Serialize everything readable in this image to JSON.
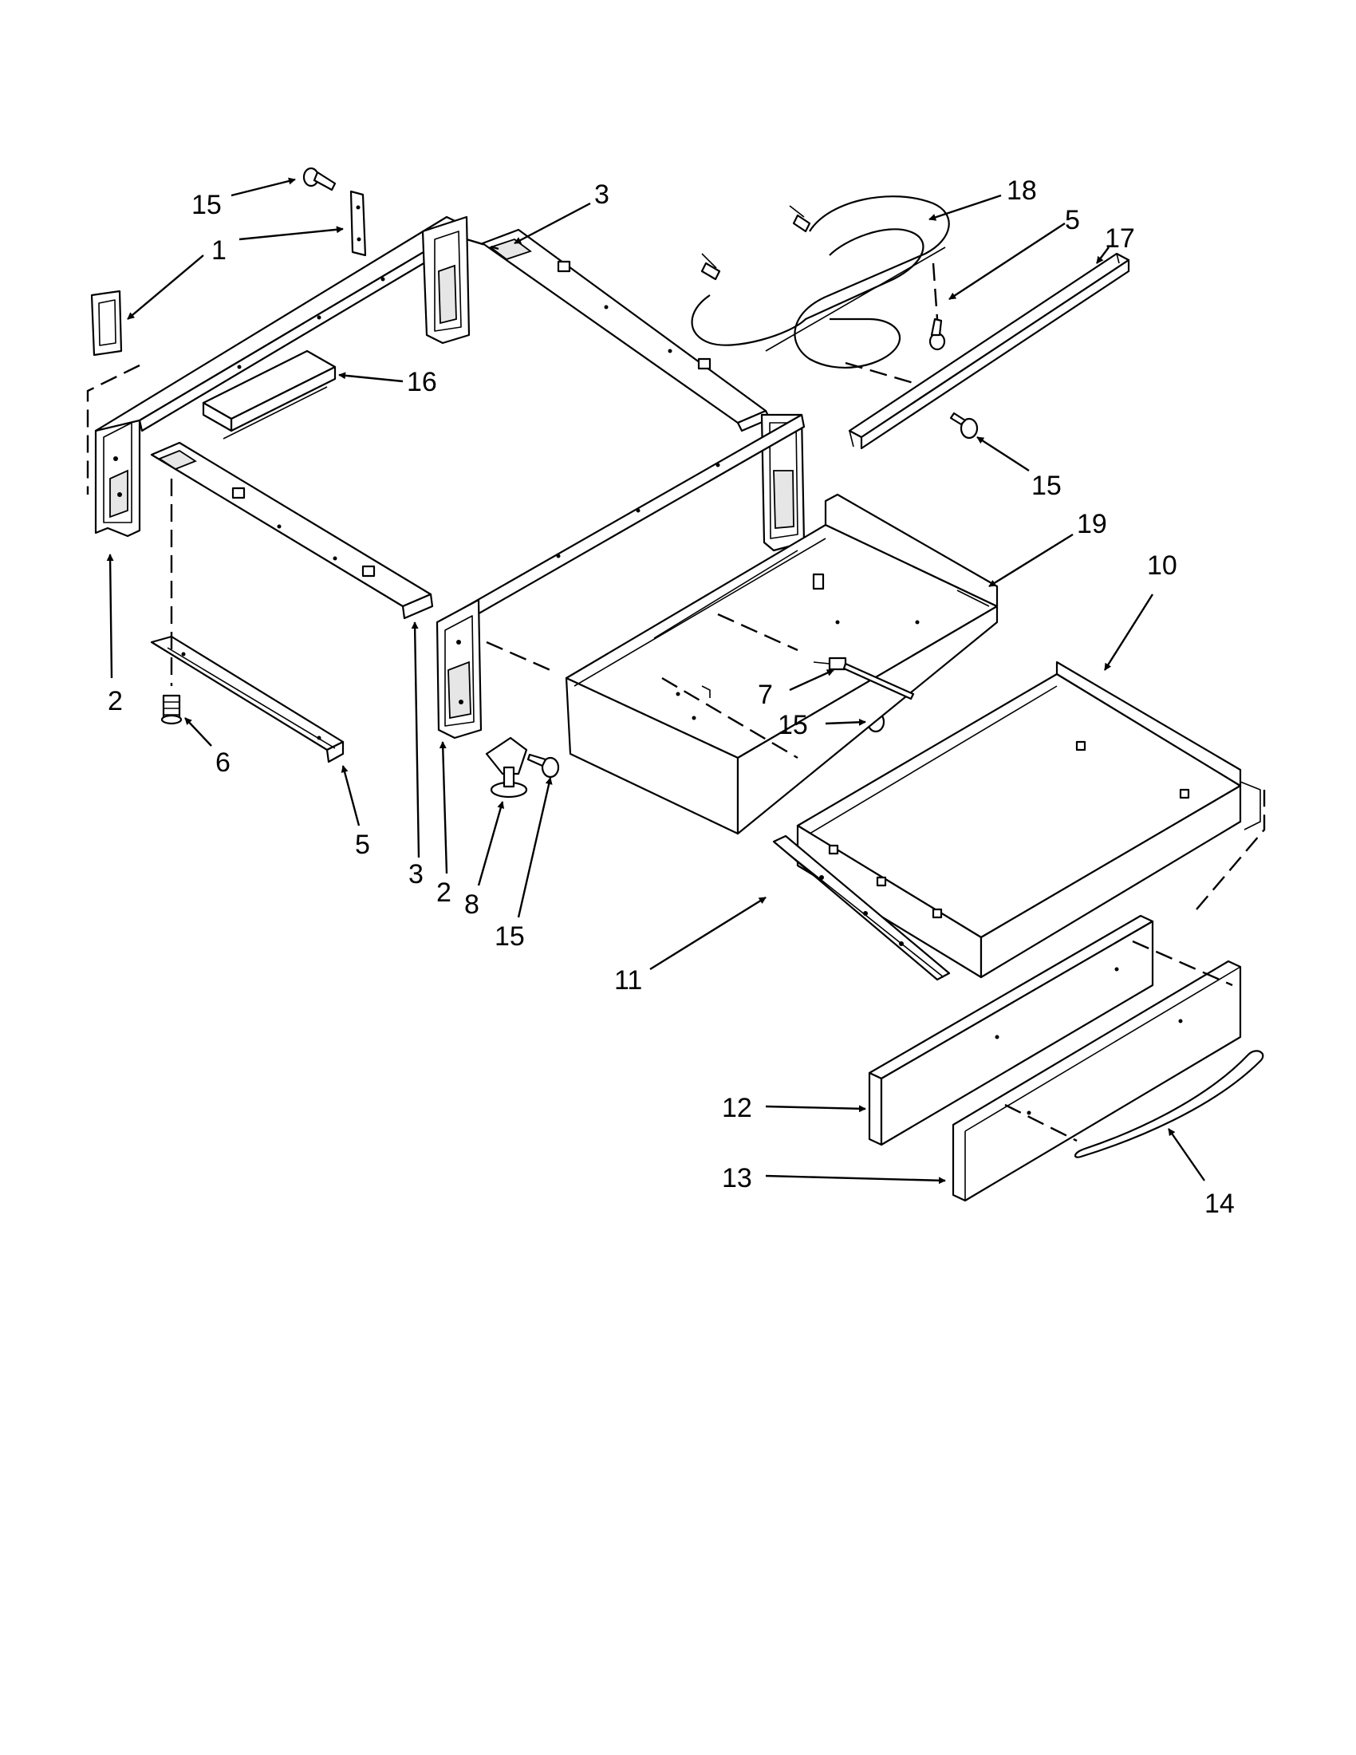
{
  "diagram": {
    "callouts": [
      {
        "id": "c15a",
        "text": "15"
      },
      {
        "id": "c1",
        "text": "1"
      },
      {
        "id": "c3a",
        "text": "3"
      },
      {
        "id": "c16",
        "text": "16"
      },
      {
        "id": "c2a",
        "text": "2"
      },
      {
        "id": "c6",
        "text": "6"
      },
      {
        "id": "c5a",
        "text": "5"
      },
      {
        "id": "c3b",
        "text": "3"
      },
      {
        "id": "c2b",
        "text": "2"
      },
      {
        "id": "c8",
        "text": "8"
      },
      {
        "id": "c15b",
        "text": "15"
      },
      {
        "id": "c18",
        "text": "18"
      },
      {
        "id": "c5b",
        "text": "5"
      },
      {
        "id": "c17",
        "text": "17"
      },
      {
        "id": "c15c",
        "text": "15"
      },
      {
        "id": "c19",
        "text": "19"
      },
      {
        "id": "c10",
        "text": "10"
      },
      {
        "id": "c7",
        "text": "7"
      },
      {
        "id": "c15d",
        "text": "15"
      },
      {
        "id": "c11",
        "text": "11"
      },
      {
        "id": "c12",
        "text": "12"
      },
      {
        "id": "c13",
        "text": "13"
      },
      {
        "id": "c14",
        "text": "14"
      }
    ]
  }
}
